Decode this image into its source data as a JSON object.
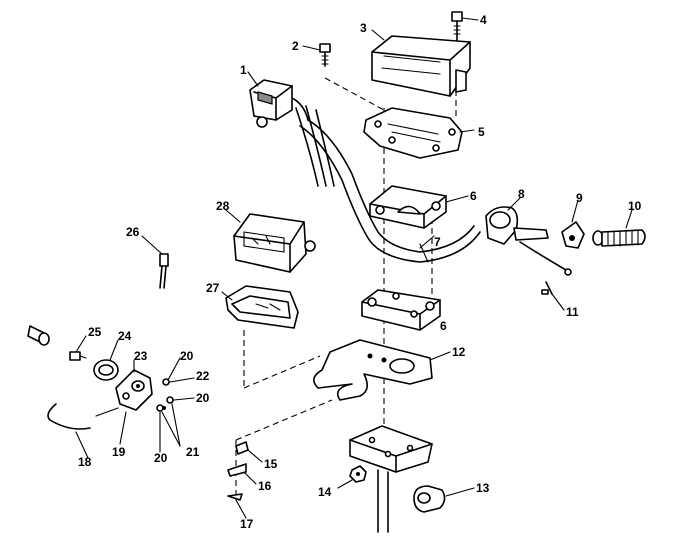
{
  "callouts": [
    {
      "id": "1",
      "label": "1"
    },
    {
      "id": "2",
      "label": "2"
    },
    {
      "id": "3",
      "label": "3"
    },
    {
      "id": "4",
      "label": "4"
    },
    {
      "id": "5",
      "label": "5"
    },
    {
      "id": "6a",
      "label": "6"
    },
    {
      "id": "6b",
      "label": "6"
    },
    {
      "id": "7",
      "label": "7"
    },
    {
      "id": "8",
      "label": "8"
    },
    {
      "id": "9",
      "label": "9"
    },
    {
      "id": "10",
      "label": "10"
    },
    {
      "id": "11",
      "label": "11"
    },
    {
      "id": "12",
      "label": "12"
    },
    {
      "id": "13",
      "label": "13"
    },
    {
      "id": "14",
      "label": "14"
    },
    {
      "id": "15",
      "label": "15"
    },
    {
      "id": "16",
      "label": "16"
    },
    {
      "id": "17",
      "label": "17"
    },
    {
      "id": "18",
      "label": "18"
    },
    {
      "id": "19",
      "label": "19"
    },
    {
      "id": "20a",
      "label": "20"
    },
    {
      "id": "20b",
      "label": "20"
    },
    {
      "id": "20c",
      "label": "20"
    },
    {
      "id": "21",
      "label": "21"
    },
    {
      "id": "22",
      "label": "22"
    },
    {
      "id": "23",
      "label": "23"
    },
    {
      "id": "24",
      "label": "24"
    },
    {
      "id": "25",
      "label": "25"
    },
    {
      "id": "26",
      "label": "26"
    },
    {
      "id": "27",
      "label": "27"
    },
    {
      "id": "28",
      "label": "28"
    }
  ]
}
